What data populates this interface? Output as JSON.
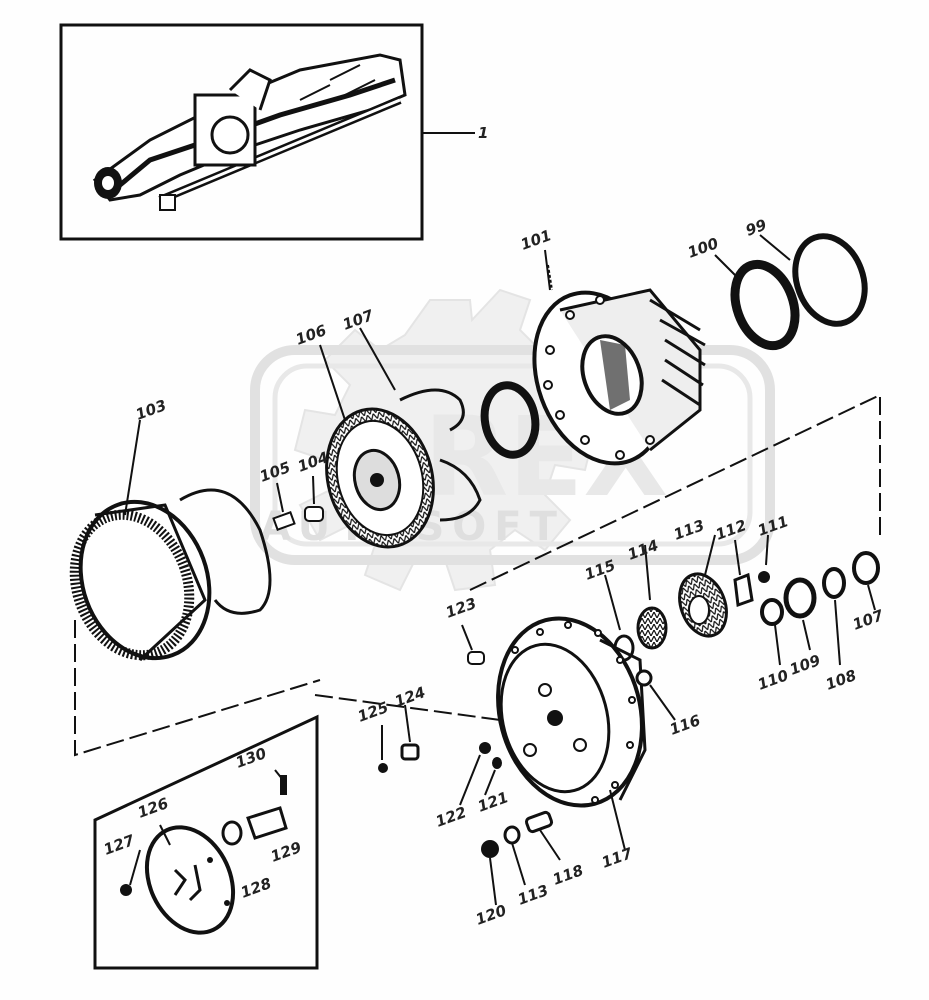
{
  "watermark": {
    "brand": "OREX",
    "sub": "AUTOSOFT"
  },
  "parts": [
    {
      "id": "p1",
      "label": "1"
    },
    {
      "id": "p101",
      "label": "101"
    },
    {
      "id": "p100",
      "label": "100"
    },
    {
      "id": "p99",
      "label": "99"
    },
    {
      "id": "p106",
      "label": "106"
    },
    {
      "id": "p107a",
      "label": "107"
    },
    {
      "id": "p103",
      "label": "103"
    },
    {
      "id": "p105",
      "label": "105"
    },
    {
      "id": "p104",
      "label": "104"
    },
    {
      "id": "p123",
      "label": "123"
    },
    {
      "id": "p115",
      "label": "115"
    },
    {
      "id": "p114",
      "label": "114"
    },
    {
      "id": "p113a",
      "label": "113"
    },
    {
      "id": "p112",
      "label": "112"
    },
    {
      "id": "p111",
      "label": "111"
    },
    {
      "id": "p110",
      "label": "110"
    },
    {
      "id": "p109",
      "label": "109"
    },
    {
      "id": "p108",
      "label": "108"
    },
    {
      "id": "p107b",
      "label": "107"
    },
    {
      "id": "p116",
      "label": "116"
    },
    {
      "id": "p125",
      "label": "125"
    },
    {
      "id": "p124",
      "label": "124"
    },
    {
      "id": "p130",
      "label": "130"
    },
    {
      "id": "p126",
      "label": "126"
    },
    {
      "id": "p127",
      "label": "127"
    },
    {
      "id": "p128",
      "label": "128"
    },
    {
      "id": "p129",
      "label": "129"
    },
    {
      "id": "p122",
      "label": "122"
    },
    {
      "id": "p121",
      "label": "121"
    },
    {
      "id": "p117",
      "label": "117"
    },
    {
      "id": "p118",
      "label": "118"
    },
    {
      "id": "p113b",
      "label": "113"
    },
    {
      "id": "p120",
      "label": "120"
    }
  ]
}
